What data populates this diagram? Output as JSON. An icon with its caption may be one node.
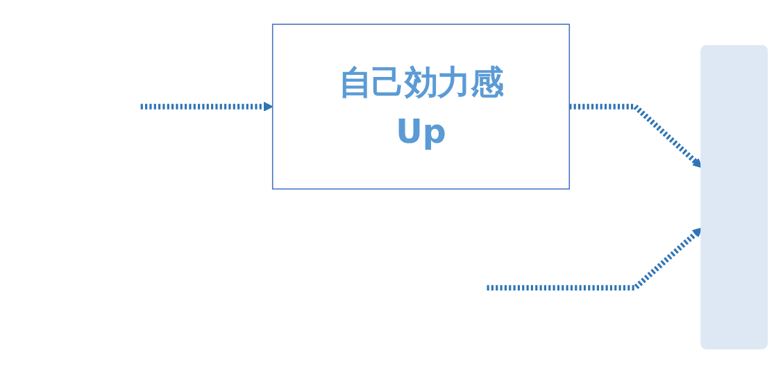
{
  "diagram": {
    "nodes": [
      {
        "text": [
          "自己効力感",
          "Up"
        ]
      },
      {
        "text": [],
        "shape": "box"
      }
    ],
    "edges": [
      {
        "from": null,
        "to": 0,
        "arrow": "to",
        "style": "dashed"
      },
      {
        "from": 0,
        "to": 1,
        "arrow": "to",
        "style": "dashed"
      },
      {
        "from": null,
        "to": 1,
        "arrow": "to",
        "style": "dashed"
      }
    ]
  }
}
